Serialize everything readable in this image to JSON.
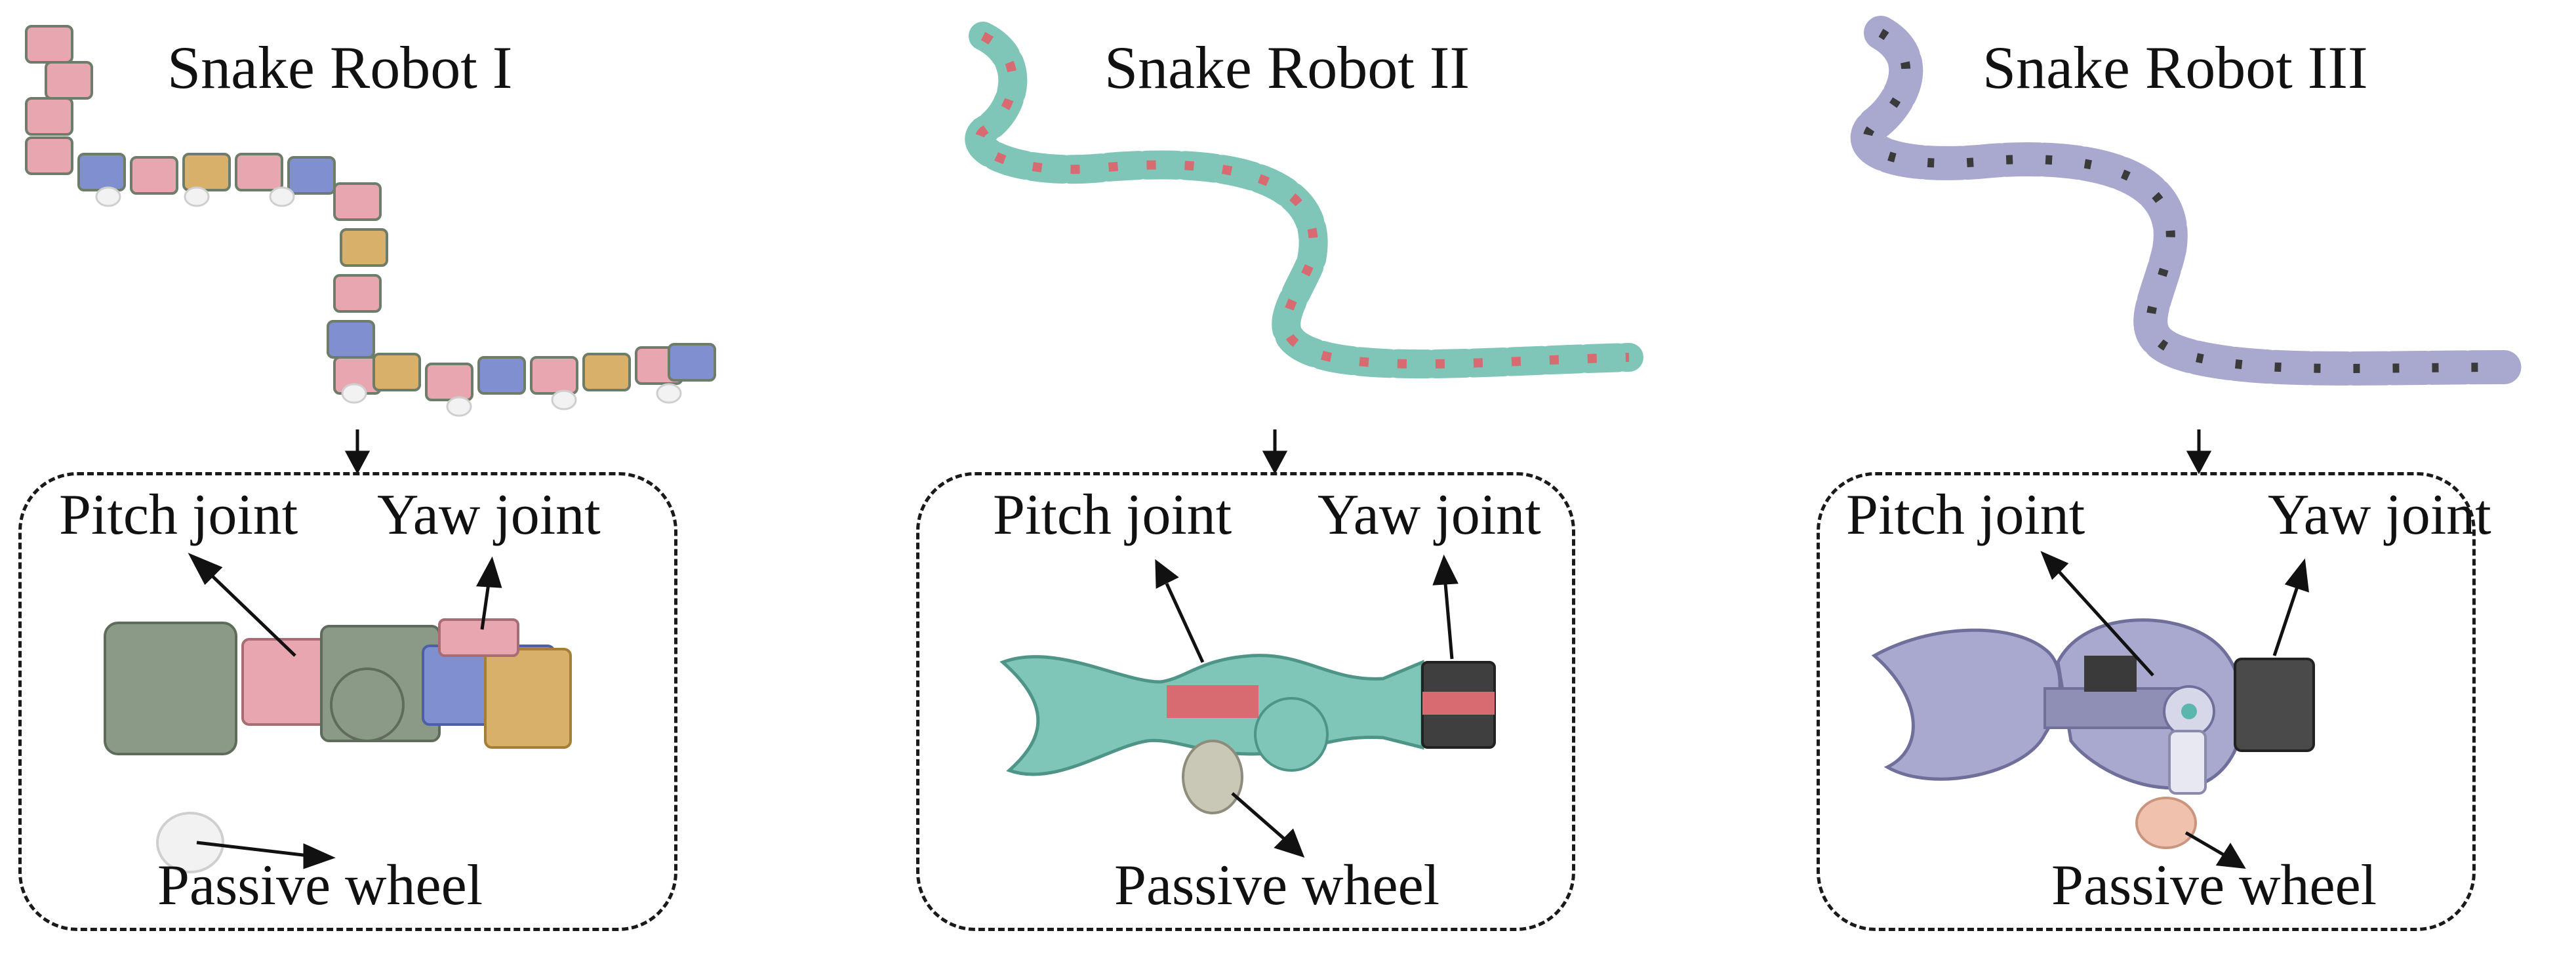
{
  "figure": {
    "panels": [
      {
        "title": "Snake Robot I",
        "pitch_label": "Pitch joint",
        "yaw_label": "Yaw joint",
        "wheel_label": "Passive wheel",
        "colors": {
          "body": "#8a9a86",
          "accent": "#e8a6b0",
          "accent2": "#7f8fd0",
          "accent3": "#d9b06a",
          "wheel": "#f2f2f2"
        }
      },
      {
        "title": "Snake Robot II",
        "pitch_label": "Pitch joint",
        "yaw_label": "Yaw joint",
        "wheel_label": "Passive wheel",
        "colors": {
          "body": "#7fc6b8",
          "accent": "#d86a72",
          "accent2": "#4a4a4a",
          "accent3": "#a6d8cf",
          "wheel": "#c9c7b6"
        }
      },
      {
        "title": "Snake Robot III",
        "pitch_label": "Pitch joint",
        "yaw_label": "Yaw joint",
        "wheel_label": "Passive wheel",
        "colors": {
          "body": "#a9a9cf",
          "accent": "#3a3a3a",
          "accent2": "#5bb6b0",
          "accent3": "#d7d7ea",
          "wheel": "#f0c2ad"
        }
      }
    ]
  }
}
